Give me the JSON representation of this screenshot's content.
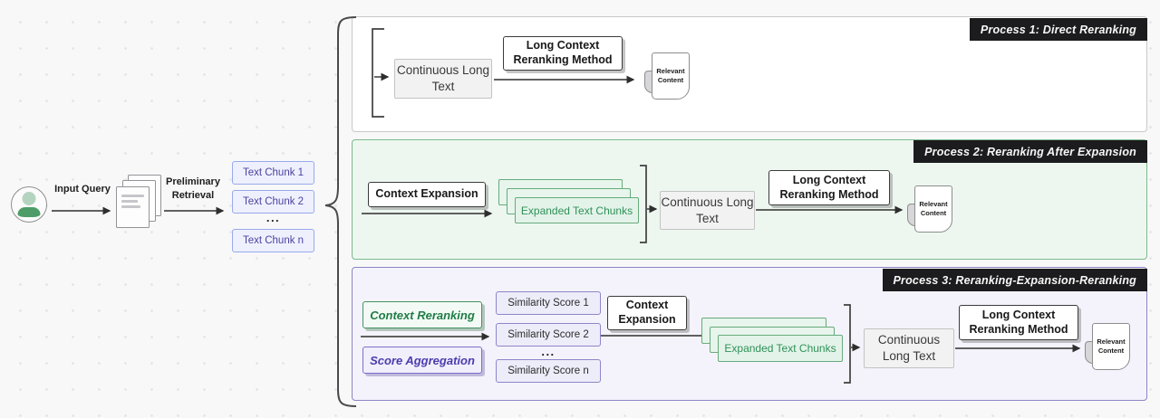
{
  "input_flow": {
    "input_query_label": "Input Query",
    "preliminary_retrieval_label": "Preliminary Retrieval",
    "text_chunk_1": "Text Chunk 1",
    "text_chunk_2": "Text Chunk 2",
    "chunks_ellipsis": "...",
    "text_chunk_n": "Text Chunk n"
  },
  "shared": {
    "continuous_long_text": "Continuous Long Text",
    "long_context_reranking_method": "Long Context Reranking Method",
    "relevant_content": "Relevant Content",
    "context_expansion": "Context Expansion",
    "expanded_text_chunks": "Expanded Text Chunks"
  },
  "process1": {
    "badge": "Process 1: Direct Reranking"
  },
  "process2": {
    "badge": "Process 2: Reranking After Expansion"
  },
  "process3": {
    "badge": "Process 3: Reranking-Expansion-Reranking",
    "context_reranking": "Context Reranking",
    "score_aggregation": "Score Aggregation",
    "similarity_score_1": "Similarity Score 1",
    "similarity_score_2": "Similarity Score 2",
    "scores_ellipsis": "...",
    "similarity_score_n": "Similarity Score n"
  },
  "colors": {
    "badge_bg": "#1c1c1e",
    "process1_border": "#c9c9c9",
    "process2_border": "#7cb98c",
    "process2_bg": "#edf7f0",
    "process3_border": "#8b84c5",
    "process3_bg": "#f4f3fb",
    "chunk_border": "#98a9ec",
    "chunk_text": "#4c42a1",
    "green_accent": "#2f9158",
    "purple_accent": "#4a3cae",
    "arrow": "#2e2e2e"
  }
}
